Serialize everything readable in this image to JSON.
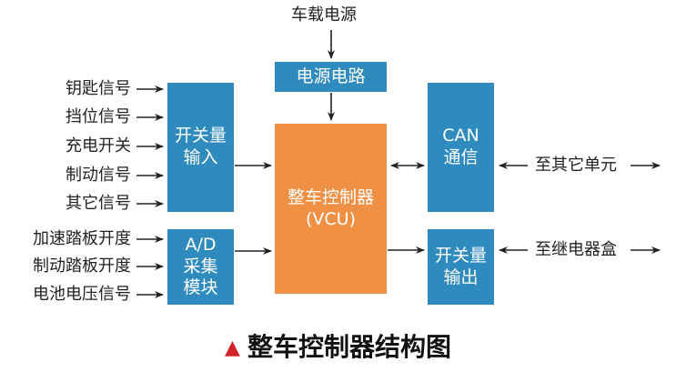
{
  "diagram": {
    "top_source": "车载电源",
    "power_circuit": "电源电路",
    "switch_input": {
      "line1": "开关量",
      "line2": "输入"
    },
    "ad_module": {
      "line1": "A/D",
      "line2": "采集",
      "line3": "模块"
    },
    "vcu": {
      "line1": "整车控制器",
      "line2": "(VCU)"
    },
    "can": {
      "line1": "CAN",
      "line2": "通信"
    },
    "switch_output": {
      "line1": "开关量",
      "line2": "输出"
    },
    "switch_inputs": [
      "钥匙信号",
      "挡位信号",
      "充电开关",
      "制动信号",
      "其它信号"
    ],
    "analog_inputs": [
      "加速踏板开度",
      "制动踏板开度",
      "电池电压信号"
    ],
    "can_target": "至其它单元",
    "output_target": "至继电器盒",
    "colors": {
      "blue_box": "#2f8bbd",
      "orange_box": "#ef9045",
      "caption_triangle": "#d0232a"
    }
  },
  "caption": {
    "icon": "triangle-up-icon",
    "text": "整车控制器结构图"
  }
}
